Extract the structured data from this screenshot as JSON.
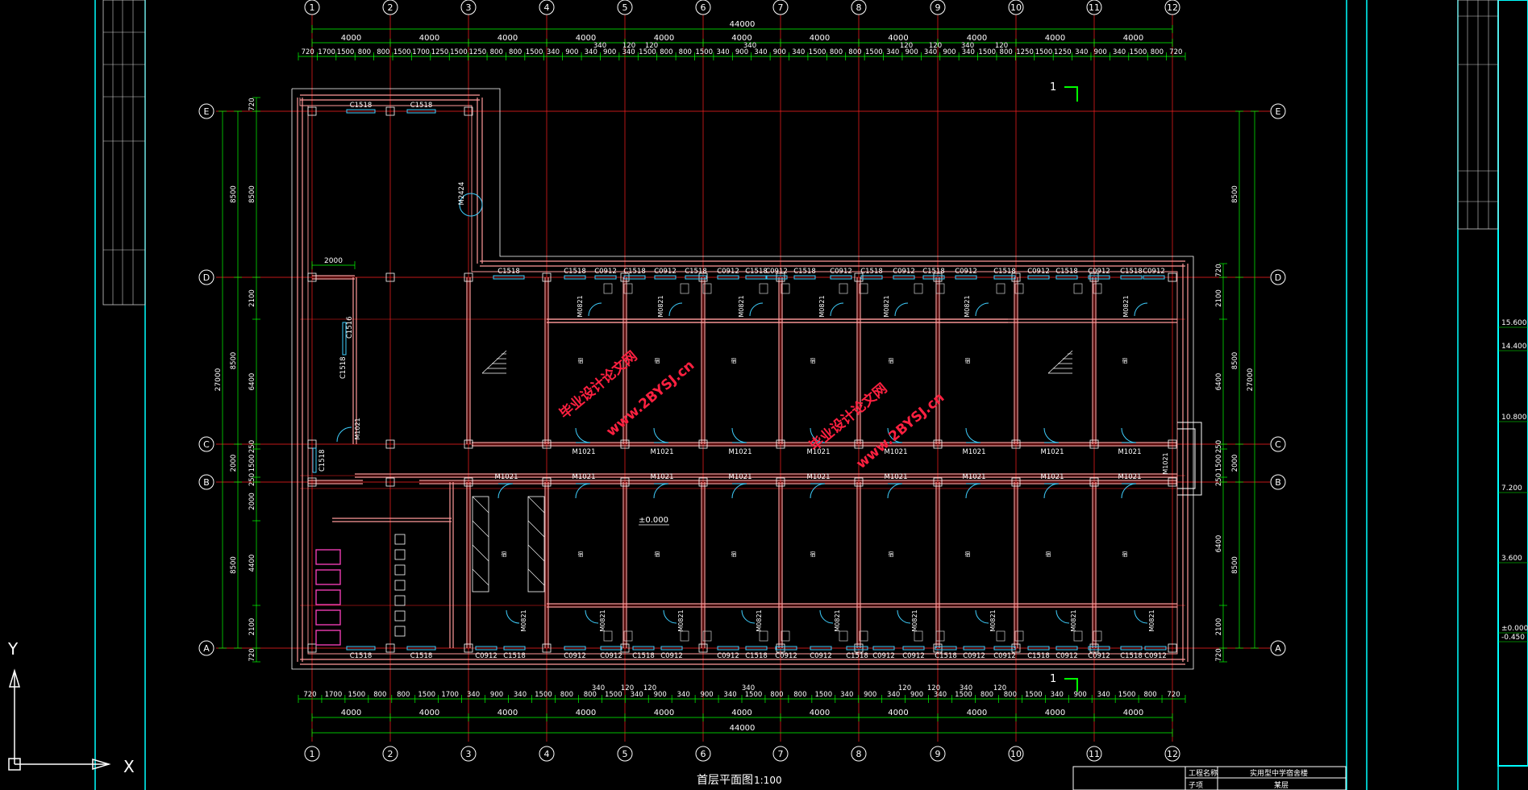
{
  "drawing": {
    "title": "首层平面图",
    "scale": "1:100",
    "watermarks": [
      "毕业设计论文网",
      "www.2BYSJ.cn"
    ],
    "ucs": {
      "x_label": "X",
      "y_label": "Y"
    }
  },
  "grid_axes": {
    "numbered": [
      "1",
      "2",
      "3",
      "4",
      "5",
      "6",
      "7",
      "8",
      "9",
      "10",
      "11",
      "12"
    ],
    "lettered_bottom_to_top": [
      "A",
      "B",
      "C",
      "D",
      "E"
    ]
  },
  "dimensions": {
    "total_width": "44000",
    "bay": "4000",
    "top_detail": [
      "720",
      "1700",
      "1500",
      "800",
      "800",
      "1500",
      "1700",
      "1250",
      "1500",
      "1250",
      "800",
      "800",
      "1500",
      "340",
      "900",
      "340",
      "900",
      "340",
      "1500",
      "800",
      "800",
      "1500",
      "340",
      "900",
      "340",
      "900",
      "340",
      "1500",
      "800",
      "800",
      "1500",
      "340",
      "900",
      "340",
      "900",
      "340",
      "1500",
      "800",
      "1250",
      "1500",
      "1250",
      "340",
      "900",
      "340",
      "1500",
      "800",
      "720"
    ],
    "top_small": [
      "340",
      "120",
      "120",
      "340",
      "120",
      "120",
      "340",
      "120"
    ],
    "bottom_detail": [
      "720",
      "1700",
      "1500",
      "800",
      "800",
      "1500",
      "1700",
      "340",
      "900",
      "340",
      "1500",
      "800",
      "800",
      "1500",
      "340",
      "900",
      "340",
      "900",
      "340",
      "1500",
      "800",
      "800",
      "1500",
      "340",
      "900",
      "340",
      "900",
      "340",
      "1500",
      "800",
      "800",
      "1500",
      "340",
      "900",
      "340",
      "1500",
      "800",
      "720"
    ],
    "left_levels": [
      "720",
      "8500",
      "2100",
      "6400",
      "250",
      "1500",
      "250",
      "2000",
      "4400",
      "2100",
      "720"
    ],
    "left_groups": [
      "8500",
      "8500",
      "2000",
      "8500"
    ],
    "total_depth": "27000",
    "right_levels": [
      "720",
      "2100",
      "6400",
      "250",
      "1500",
      "250",
      "6400",
      "2100",
      "720"
    ],
    "right_groups": [
      "8500",
      "8500",
      "2000",
      "8500"
    ],
    "extra": "2000"
  },
  "openings": {
    "window_big": "C1518",
    "window_small": "C0912",
    "door_main": "M1021",
    "door_small": "M0821",
    "door_entry": "M2424",
    "window_side": "C1516"
  },
  "section_mark": "1",
  "elevation_mark": "±0.000",
  "room_tag": "宿",
  "title_block": {
    "row1_label": "工程名称",
    "row1_value": "实用型中学宿舍楼",
    "row2_label": "子项",
    "row2_value": "某层"
  },
  "side_elevations": [
    "15.600",
    "14.400",
    "10.800",
    "7.200",
    "3.600",
    "±0.000",
    "-0.450"
  ],
  "colors": {
    "background": "#000000",
    "grid_line": "#ff2020",
    "wall": "#ff9a9a",
    "dimension": "#00ff00",
    "frame": "#00ffff",
    "text": "#ffffff",
    "window": "#3fd0ff",
    "watermark": "#ff2040"
  }
}
